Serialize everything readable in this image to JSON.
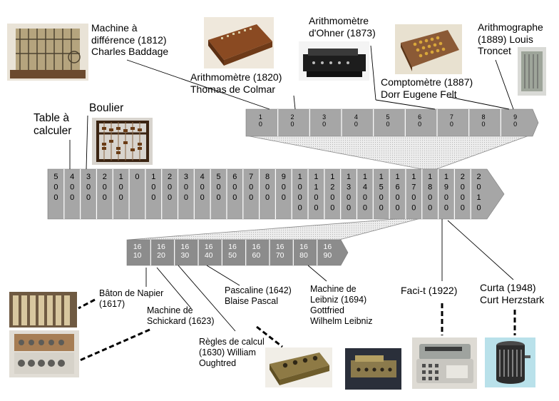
{
  "timelines": {
    "main": [
      "5\n0\n0",
      "4\n0\n0",
      "3\n0\n0",
      "2\n0\n0",
      "1\n0\n0",
      "0",
      "1\n0\n0",
      "2\n0\n0",
      "3\n0\n0",
      "4\n0\n0",
      "5\n0\n0",
      "6\n0\n0",
      "7\n0\n0",
      "8\n0\n0",
      "9\n0\n0",
      "1\n0\n0\n0",
      "1\n1\n0\n0",
      "1\n2\n0\n0",
      "1\n3\n0\n0",
      "1\n4\n0\n0",
      "1\n5\n0\n0",
      "1\n6\n0\n0",
      "1\n7\n0\n0",
      "1\n8\n0\n0",
      "1\n9\n0\n0",
      "2\n0\n0\n0",
      "2\n0\n1\n0"
    ],
    "nineteenth": [
      "1\n0",
      "2\n0",
      "3\n0",
      "4\n0",
      "5\n0",
      "6\n0",
      "7\n0",
      "8\n0",
      "9\n0"
    ],
    "seventeenth": [
      "16\n10",
      "16\n20",
      "16\n30",
      "16\n40",
      "16\n50",
      "16\n60",
      "16\n70",
      "16\n80",
      "16\n90"
    ]
  },
  "labels": {
    "table": "Table à\ncalculer",
    "boulier": "Boulier",
    "babbage": "Machine à\ndifférence (1812)\nCharles Baddage",
    "colmar": "Arithmomètre (1820)\nThomas de Colmar",
    "ohner": "Arithmomètre\nd'Ohner (1873)",
    "felt": "Comptomètre (1887)\nDorr Eugene Felt",
    "troncet": "Arithmographe\n(1889) Louis\nTroncet",
    "napier": "Bâton de Napier\n(1617)",
    "schickard": "Machine de\nSchickard (1623)",
    "oughtred": "Règles de calcul\n(1630) William\nOughtred",
    "pascal": "Pascaline (1642)\nBlaise Pascal",
    "leibniz": "Machine de\nLeibniz (1694)\nGottfried\nWilhelm Leibniz",
    "facit": "Faci-t (1922)",
    "curta": "Curta (1948)\nCurt Herzstark"
  },
  "colors": {
    "band": "#a6a6a6",
    "band_dark": "#8c8c8c",
    "divider": "#ffffff",
    "zoom": "#e3e3e3",
    "leader": "#000000"
  }
}
